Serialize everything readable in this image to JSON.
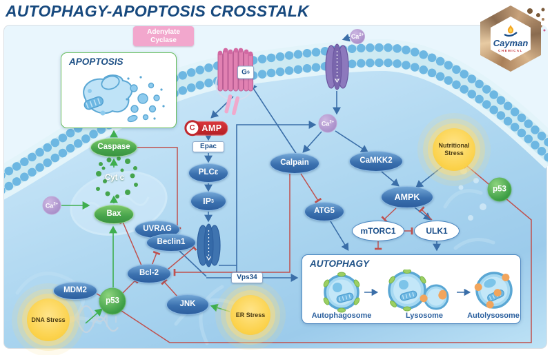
{
  "title": "AUTOPHAGY-APOPTOSIS CROSSTALK",
  "logo": {
    "brand": "Cayman",
    "tagline": "CHEMICAL"
  },
  "nodes": {
    "adenylate_cyclase": {
      "line1": "Adenylate",
      "line2": "Cyclase"
    },
    "gs": {
      "main": "G",
      "sub": "s"
    },
    "camp": {
      "c": "C",
      "amp": "AMP"
    },
    "epac": "Epac",
    "plce": "PLCε",
    "ip3": {
      "main": "IP",
      "sub": "3"
    },
    "caspase": "Caspase",
    "cytc": "Cyt c",
    "bax": "Bax",
    "uvrag": "UVRAG",
    "beclin1": "Beclin1",
    "bcl2": "Bcl-2",
    "mdm2": "MDM2",
    "p53": "p53",
    "jnk": "JNK",
    "calpain": "Calpain",
    "atg5": "ATG5",
    "camkk2": "CaMKK2",
    "ampk": "AMPK",
    "mtorc1": "mTORC1",
    "ulk1": "ULK1",
    "vps34": "Vps34"
  },
  "ion": {
    "symbol": "Ca",
    "charge": "2+"
  },
  "stress": {
    "dna": "DNA Stress",
    "er": "ER Stress",
    "nutritional": {
      "line1": "Nutritional",
      "line2": "Stress"
    }
  },
  "boxes": {
    "apoptosis_title": "APOPTOSIS",
    "autophagy_title": "AUTOPHAGY",
    "stages": [
      "Autophagosome",
      "Lysosome",
      "Autolysosome"
    ]
  },
  "connections": [
    {
      "from": "Receptor",
      "to": "cAMP",
      "type": "activation"
    },
    {
      "from": "cAMP",
      "to": "Epac",
      "type": "activation"
    },
    {
      "from": "Epac",
      "to": "PLCe",
      "type": "activation"
    },
    {
      "from": "PLCe",
      "to": "IP3",
      "type": "activation"
    },
    {
      "from": "IP3",
      "to": "IP3R-channel",
      "type": "activation"
    },
    {
      "from": "IP3R-channel",
      "to": "Ca2+",
      "type": "release"
    },
    {
      "from": "Ca2+-channel",
      "to": "Ca2+",
      "type": "influx"
    },
    {
      "from": "Ca2+",
      "to": "Calpain",
      "type": "activation"
    },
    {
      "from": "Ca2+",
      "to": "CaMKK2",
      "type": "activation"
    },
    {
      "from": "Calpain",
      "to": "Gs",
      "type": "activation"
    },
    {
      "from": "Calpain",
      "to": "ATG5",
      "type": "inhibition"
    },
    {
      "from": "Calpain",
      "to": "Bcl-2",
      "type": "inhibition"
    },
    {
      "from": "CaMKK2",
      "to": "AMPK",
      "type": "activation"
    },
    {
      "from": "Nutritional Stress",
      "to": "AMPK",
      "type": "activation"
    },
    {
      "from": "AMPK",
      "to": "mTORC1",
      "type": "inhibition"
    },
    {
      "from": "AMPK",
      "to": "ULK1",
      "type": "activation"
    },
    {
      "from": "ULK1",
      "to": "AMPK",
      "type": "inhibition"
    },
    {
      "from": "mTORC1",
      "to": "ULK1",
      "type": "inhibition"
    },
    {
      "from": "mTORC1",
      "to": "Autophagy",
      "type": "inhibition"
    },
    {
      "from": "ATG5",
      "to": "Autophagy",
      "type": "activation"
    },
    {
      "from": "ULK1",
      "to": "Autophagy",
      "type": "activation"
    },
    {
      "from": "Beclin1-Vps34",
      "to": "Autophagy",
      "type": "activation"
    },
    {
      "from": "Caspase",
      "to": "Beclin1",
      "type": "inhibition"
    },
    {
      "from": "Caspase",
      "to": "Apoptosis",
      "type": "activation"
    },
    {
      "from": "Cyt c",
      "to": "Caspase",
      "type": "activation"
    },
    {
      "from": "Bax",
      "to": "Cyt c",
      "type": "release"
    },
    {
      "from": "Ca2+",
      "to": "Bax",
      "type": "activation"
    },
    {
      "from": "p53",
      "to": "Bax",
      "type": "activation"
    },
    {
      "from": "MDM2",
      "to": "p53",
      "type": "inhibition"
    },
    {
      "from": "DNA Stress",
      "to": "p53",
      "type": "activation"
    },
    {
      "from": "p53",
      "to": "Bcl-2",
      "type": "inhibition"
    },
    {
      "from": "JNK",
      "to": "Bcl-2",
      "type": "inhibition"
    },
    {
      "from": "ER Stress",
      "to": "JNK",
      "type": "activation"
    },
    {
      "from": "Bcl-2",
      "to": "Bax",
      "type": "inhibition"
    },
    {
      "from": "Bcl-2",
      "to": "Beclin1",
      "type": "inhibition"
    },
    {
      "from": "Bcl-2",
      "to": "IP3R-channel",
      "type": "inhibition"
    },
    {
      "from": "p53",
      "to": "Nutritional Stress",
      "type": "inhibition"
    }
  ],
  "colors": {
    "title": "#17497e",
    "activation_arrow": "#3a6ea8",
    "positive_green": "#3fae4e",
    "inhibition_red": "#c0504d",
    "membrane": "#6db7e2",
    "stress_yellow": "#fbd148",
    "receptor_pink": "#e181b2",
    "channel_purple": "#8d79bd"
  }
}
